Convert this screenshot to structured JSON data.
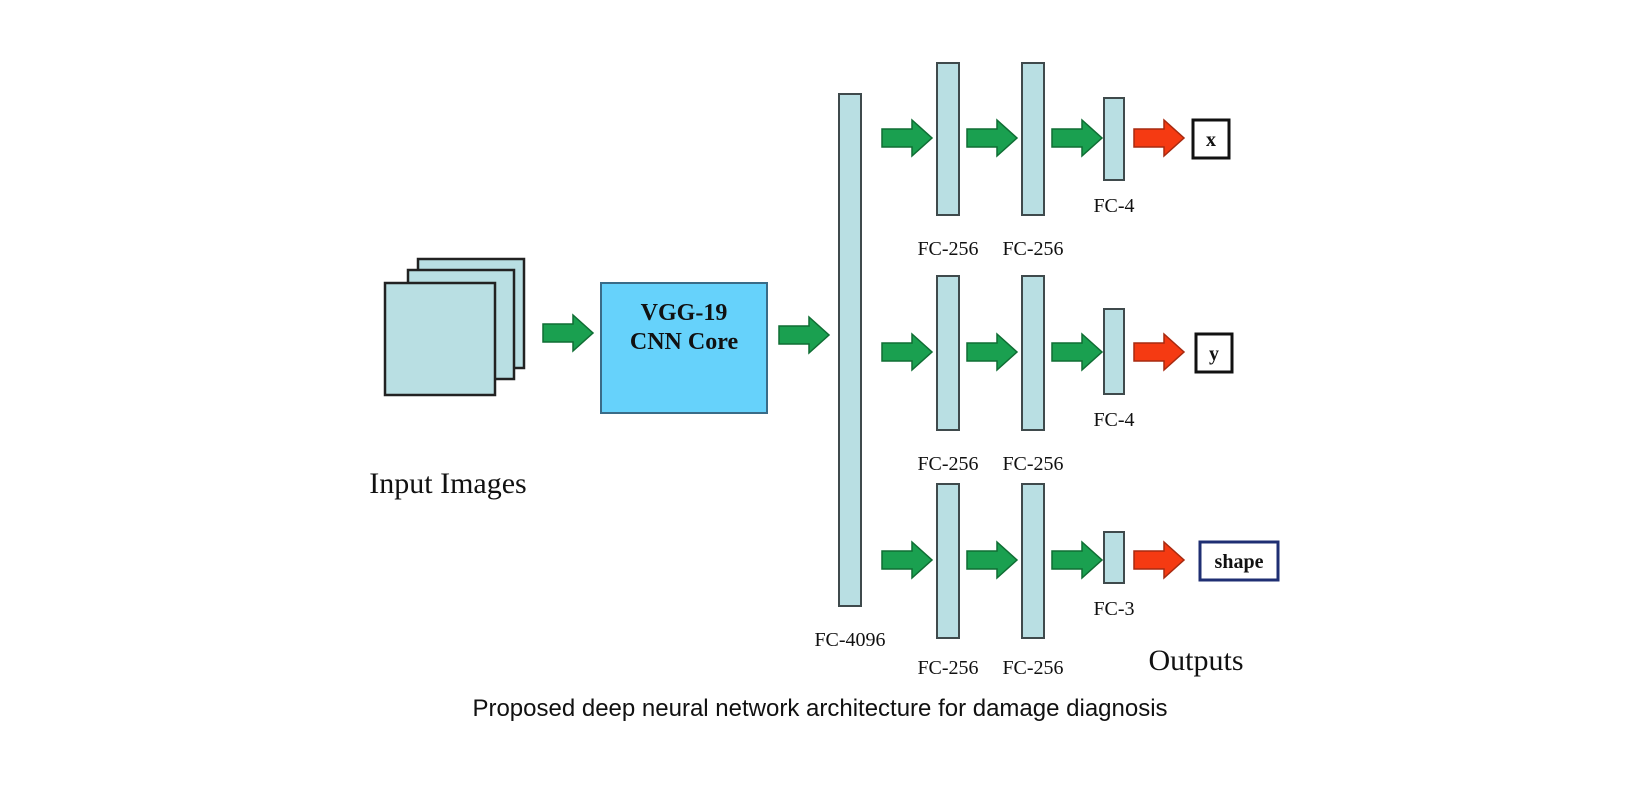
{
  "caption": "Proposed deep neural network architecture for damage diagnosis",
  "input": {
    "label": "Input Images",
    "sheet_count": 3
  },
  "backbone": {
    "line1": "VGG-19",
    "line2": "CNN Core"
  },
  "shared_layer": {
    "label": "FC-4096"
  },
  "branches": [
    {
      "name": "x",
      "hidden_layers": [
        {
          "label": "FC-256"
        },
        {
          "label": "FC-256"
        }
      ],
      "head": {
        "label": "FC-4"
      },
      "output": {
        "label": "x"
      }
    },
    {
      "name": "y",
      "hidden_layers": [
        {
          "label": "FC-256"
        },
        {
          "label": "FC-256"
        }
      ],
      "head": {
        "label": "FC-4"
      },
      "output": {
        "label": "y"
      }
    },
    {
      "name": "shape",
      "hidden_layers": [
        {
          "label": "FC-256"
        },
        {
          "label": "FC-256"
        }
      ],
      "head": {
        "label": "FC-3"
      },
      "output": {
        "label": "shape"
      }
    }
  ],
  "outputs_heading": "Outputs",
  "colors": {
    "layer_fill": "#b9dfe3",
    "core_fill": "#66d2fb",
    "flow_arrow": "#1aa050",
    "output_arrow": "#f53a12",
    "shape_box_border": "#1f2f73"
  }
}
